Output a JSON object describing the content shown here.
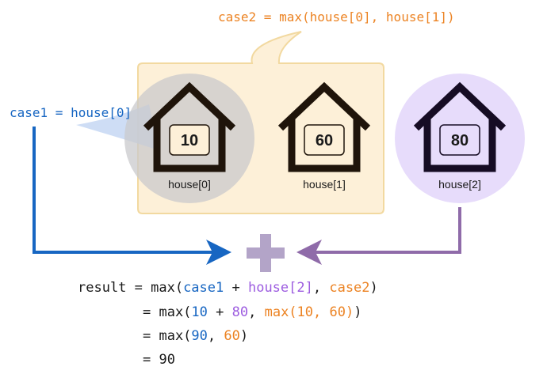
{
  "colors": {
    "blue": "#1766c2",
    "orange": "#ec8323",
    "purple": "#9d5de0",
    "purple_arrow": "#8f6ba9",
    "black": "#1a1a1a",
    "cream": "#fdf0d8",
    "cream_border": "#f2d9a0",
    "gray_circle": "#c9c9cc",
    "blue_callout": "#c6d7f3",
    "lavender_circle": "#e7dcfb",
    "plus": "#b3a4c8",
    "house_brown": "#1f140a",
    "house_dark": "#160c24"
  },
  "labels": {
    "case2": "case2 = max(house[0], house[1])",
    "case1": "case1 = house[0]"
  },
  "houses": [
    {
      "value": "10",
      "label": "house[0]"
    },
    {
      "value": "60",
      "label": "house[1]"
    },
    {
      "value": "80",
      "label": "house[2]"
    }
  ],
  "result": {
    "line1": {
      "a": "result = max(",
      "b": "case1",
      "c": " + ",
      "d": "house[2]",
      "e": ", ",
      "f": "case2",
      "g": ")"
    },
    "line2": {
      "a": "= max(",
      "b": "10",
      "c": " + ",
      "d": "80",
      "e": ", ",
      "f": "max(10, 60)",
      "g": ")"
    },
    "line3": {
      "a": "= max(",
      "b": "90",
      "c": ", ",
      "d": "60",
      "e": ")"
    },
    "line4": {
      "a": "= 90"
    }
  }
}
